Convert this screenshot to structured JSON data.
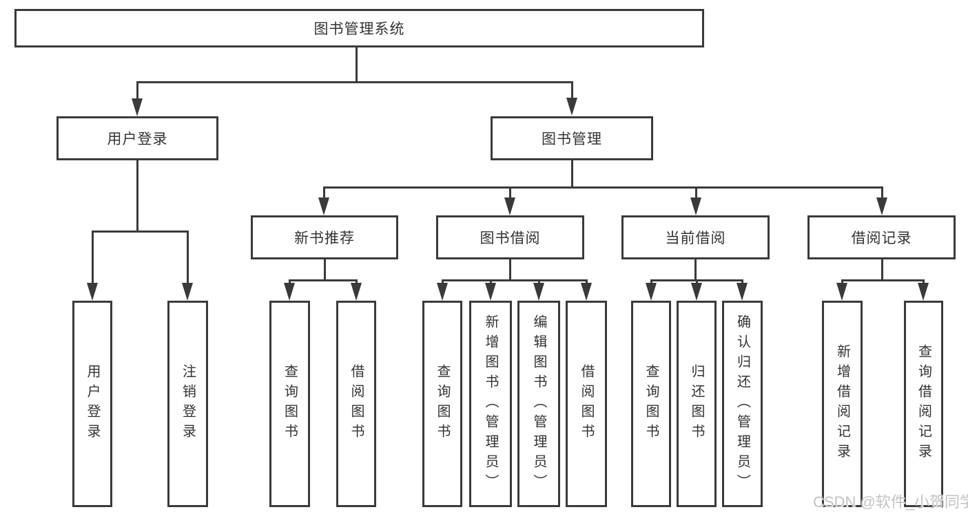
{
  "title": {
    "label": "图书管理系统"
  },
  "nodes": {
    "user_login": {
      "label": "用户登录"
    },
    "book_mgmt": {
      "label": "图书管理"
    },
    "new_book_rec": {
      "label": "新书推荐"
    },
    "book_borrow": {
      "label": "图书借阅"
    },
    "current_borrow": {
      "label": "当前借阅"
    },
    "borrow_records": {
      "label": "借阅记录"
    }
  },
  "leaves": {
    "login": {
      "label": "用户登录"
    },
    "logout": {
      "label": "注销登录"
    },
    "rec_query": {
      "label": "查询图书"
    },
    "rec_borrow": {
      "label": "借阅图书"
    },
    "borrow_query": {
      "label": "查询图书"
    },
    "borrow_add": {
      "label": "新增图书（管理员）"
    },
    "borrow_edit": {
      "label": "编辑图书（管理员）"
    },
    "borrow_borrow": {
      "label": "借阅图书"
    },
    "cur_query": {
      "label": "查询图书"
    },
    "cur_return": {
      "label": "归还图书"
    },
    "cur_confirm": {
      "label": "确认归还（管理员）"
    },
    "records_add": {
      "label": "新增借阅记录"
    },
    "records_query": {
      "label": "查询借阅记录"
    }
  },
  "watermark": {
    "text": "CSDN @软件_小贺同学"
  },
  "colors": {
    "line": "#3a3a3a",
    "text": "#333333",
    "watermark": "#c2c2c2",
    "background": "#ffffff"
  }
}
